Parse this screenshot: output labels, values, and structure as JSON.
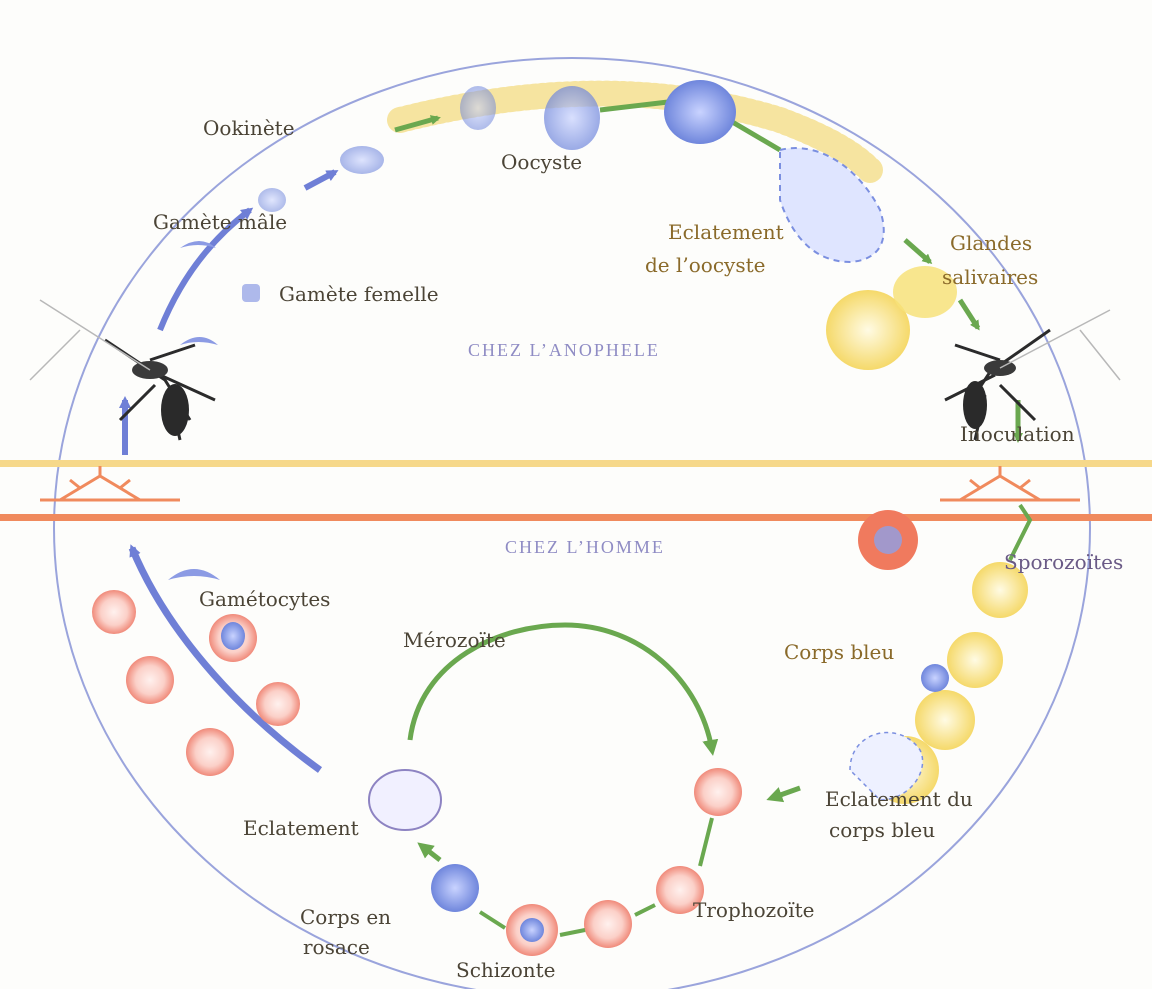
{
  "colors": {
    "circle": "#8f9ad8",
    "arrow_green": "#6aa84f",
    "arrow_blue": "#6f7fd6",
    "membrane_orange": "#f08a5d",
    "membrane_yellow": "#f6d88a",
    "rbc_red": "#f4a79a",
    "liver_yellow": "#f8e48c",
    "parasite_blue": "#7b8fe0"
  },
  "sections": {
    "mosquito": "CHEZ  L’ANOPHELE",
    "human": "CHEZ  L’HOMME"
  },
  "labels": {
    "ookinete": "Ookinète",
    "oocyste": "Oocyste",
    "gamete_male": "Gamète mâle",
    "gamete_femelle": "Gamète femelle",
    "eclatement_oocyste_1": "Eclatement",
    "eclatement_oocyste_2": "de l’oocyste",
    "glandes_1": "Glandes",
    "glandes_2": "salivaires",
    "inoculation": "Inoculation",
    "sporozoites": "Sporozoïtes",
    "corps_bleu": "Corps bleu",
    "eclatement_corps_bleu_1": "Eclatement du",
    "eclatement_corps_bleu_2": "corps bleu",
    "gametocytes": "Gamétocytes",
    "merozoite": "Mérozoïte",
    "eclatement": "Eclatement",
    "trophozoite": "Trophozoïte",
    "corps_rosace_1": "Corps en",
    "corps_rosace_2": "rosace",
    "schizonte": "Schizonte"
  },
  "icons": [
    "mosquito-left-icon",
    "mosquito-right-icon"
  ]
}
